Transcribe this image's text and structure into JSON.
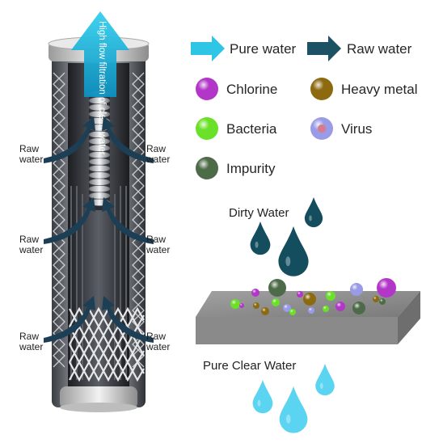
{
  "cartridge": {
    "vertical_label": "High flow filtration of clean water",
    "raw_labels": [
      "Raw water",
      "Raw water",
      "Raw water",
      "Raw water",
      "Raw water",
      "Raw water"
    ]
  },
  "legend": {
    "pure_water": {
      "label": "Pure water",
      "color": "#2fc6e6"
    },
    "raw_water": {
      "label": "Raw water",
      "color": "#1c5264"
    },
    "items": [
      {
        "label": "Chlorine",
        "icon": "chlorine-ball-icon",
        "color": "#b237c8"
      },
      {
        "label": "Heavy metal",
        "icon": "heavy-metal-ball-icon",
        "color": "#8c6a10"
      },
      {
        "label": "Bacteria",
        "icon": "bacteria-ball-icon",
        "color": "#6be028"
      },
      {
        "label": "Virus",
        "icon": "virus-ball-icon",
        "color": "#9a9be6"
      },
      {
        "label": "Impurity",
        "icon": "impurity-ball-icon",
        "color": "#4d6b48"
      }
    ]
  },
  "captions": {
    "dirty": "Dirty Water",
    "clean": "Pure Clear Water"
  },
  "colors": {
    "dirty_drop": "#134d5e",
    "clean_drop": "#5ad4f0",
    "slab_top": "#8e8e8e",
    "slab_side": "#6e6e6e"
  }
}
